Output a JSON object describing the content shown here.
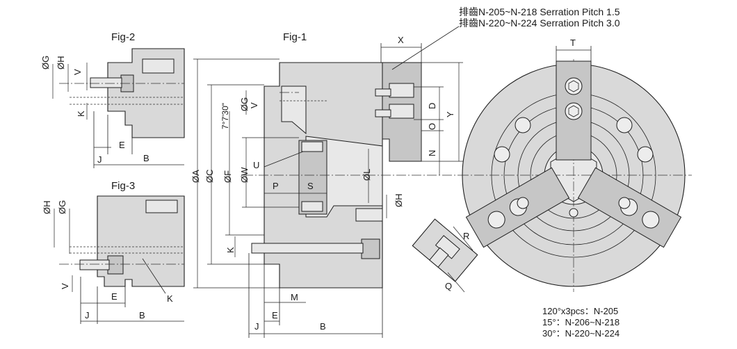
{
  "figures": {
    "fig1": "Fig-1",
    "fig2": "Fig-2",
    "fig3": "Fig-3"
  },
  "note": {
    "line1": "排齒N-205~N-218 Serration Pitch 1.5",
    "line2": "排齒N-220~N-224 Serration Pitch 3.0"
  },
  "fig1_labels": {
    "A": "ØA",
    "C": "ØC",
    "F": "ØF",
    "W": "ØW",
    "G": "ØG",
    "V": "V",
    "angle": "7°7'30\"",
    "U": "U",
    "P": "P",
    "S": "S",
    "L": "ØL",
    "K": "K",
    "M": "M",
    "J": "J",
    "E": "E",
    "B": "B",
    "X": "X",
    "D": "D",
    "Y": "Y",
    "O": "O",
    "N": "N",
    "H": "ØH"
  },
  "fig2_labels": {
    "G": "ØG",
    "H": "ØH",
    "V": "V",
    "K": "K",
    "E": "E",
    "J": "J",
    "B": "B"
  },
  "fig3_labels": {
    "H": "ØH",
    "G": "ØG",
    "V": "V",
    "E": "E",
    "K": "K",
    "J": "J",
    "B": "B"
  },
  "front_labels": {
    "T": "T",
    "R": "R",
    "Q": "Q"
  },
  "legend": {
    "line1": "120°x3pcs：N-205",
    "line2": "15°：N-206~N-218",
    "line3": "30°：N-220~N-224"
  }
}
